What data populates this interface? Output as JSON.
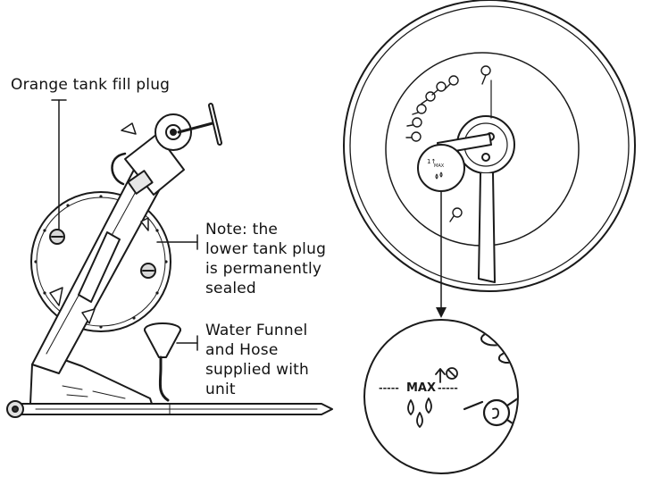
{
  "callouts": {
    "fill_plug": "Orange tank fill plug",
    "note": [
      "Note: the",
      "lower tank plug",
      "is permanently",
      "sealed"
    ],
    "funnel": [
      "Water Funnel",
      "and Hose",
      "supplied with",
      "unit"
    ]
  },
  "detail": {
    "max_label": "MAX",
    "max_dashes_left": "-----",
    "max_dashes_right": "-----"
  }
}
